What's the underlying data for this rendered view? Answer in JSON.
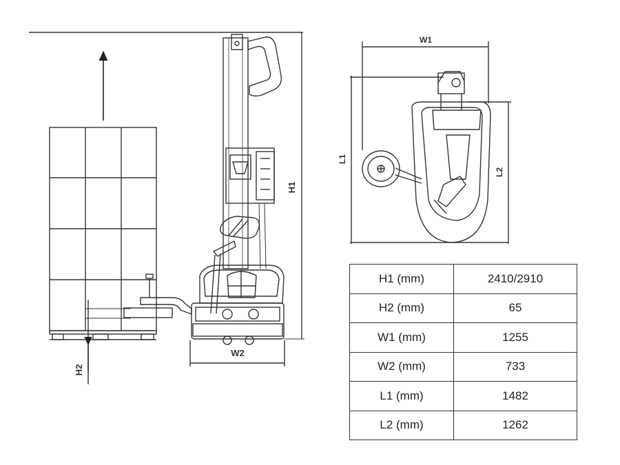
{
  "labels": {
    "h1": "H1",
    "h2": "H2",
    "w1": "W1",
    "w2": "W2",
    "l1": "L1",
    "l2": "L2"
  },
  "table": {
    "rows": [
      {
        "label": "H1 (mm)",
        "value": "2410/2910"
      },
      {
        "label": "H2 (mm)",
        "value": "65"
      },
      {
        "label": "W1 (mm)",
        "value": "1255"
      },
      {
        "label": "W2 (mm)",
        "value": "733"
      },
      {
        "label": "L1 (mm)",
        "value": "1482"
      },
      {
        "label": "L2 (mm)",
        "value": "1262"
      }
    ]
  }
}
